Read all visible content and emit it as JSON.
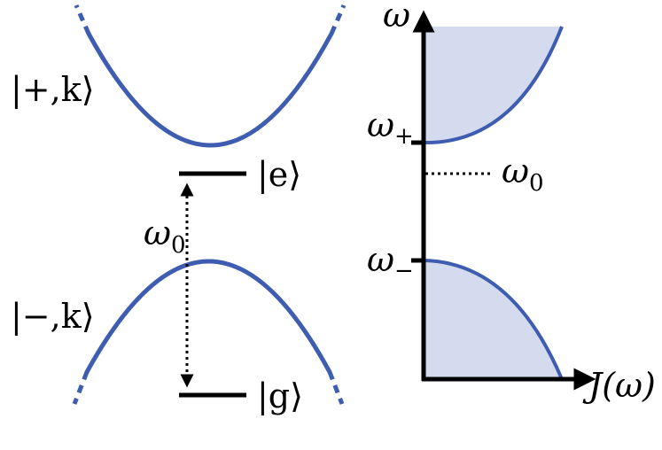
{
  "colors": {
    "band_line": "#3f5db0",
    "band_fill": "#d4dbef",
    "ink": "#000000"
  },
  "left_panel": {
    "upper_band_label": "|+,k⟩",
    "lower_band_label": "|−,k⟩",
    "excited_state_label": "|e⟩",
    "ground_state_label": "|g⟩",
    "transition_label": "ω",
    "transition_sub": "0"
  },
  "right_panel": {
    "y_axis_label": "ω",
    "x_axis_label": "J(ω)",
    "upper_edge_label": "ω",
    "upper_edge_sub": "+",
    "lower_edge_label": "ω",
    "lower_edge_sub": "−",
    "atom_freq_label": "ω",
    "atom_freq_sub": "0"
  }
}
